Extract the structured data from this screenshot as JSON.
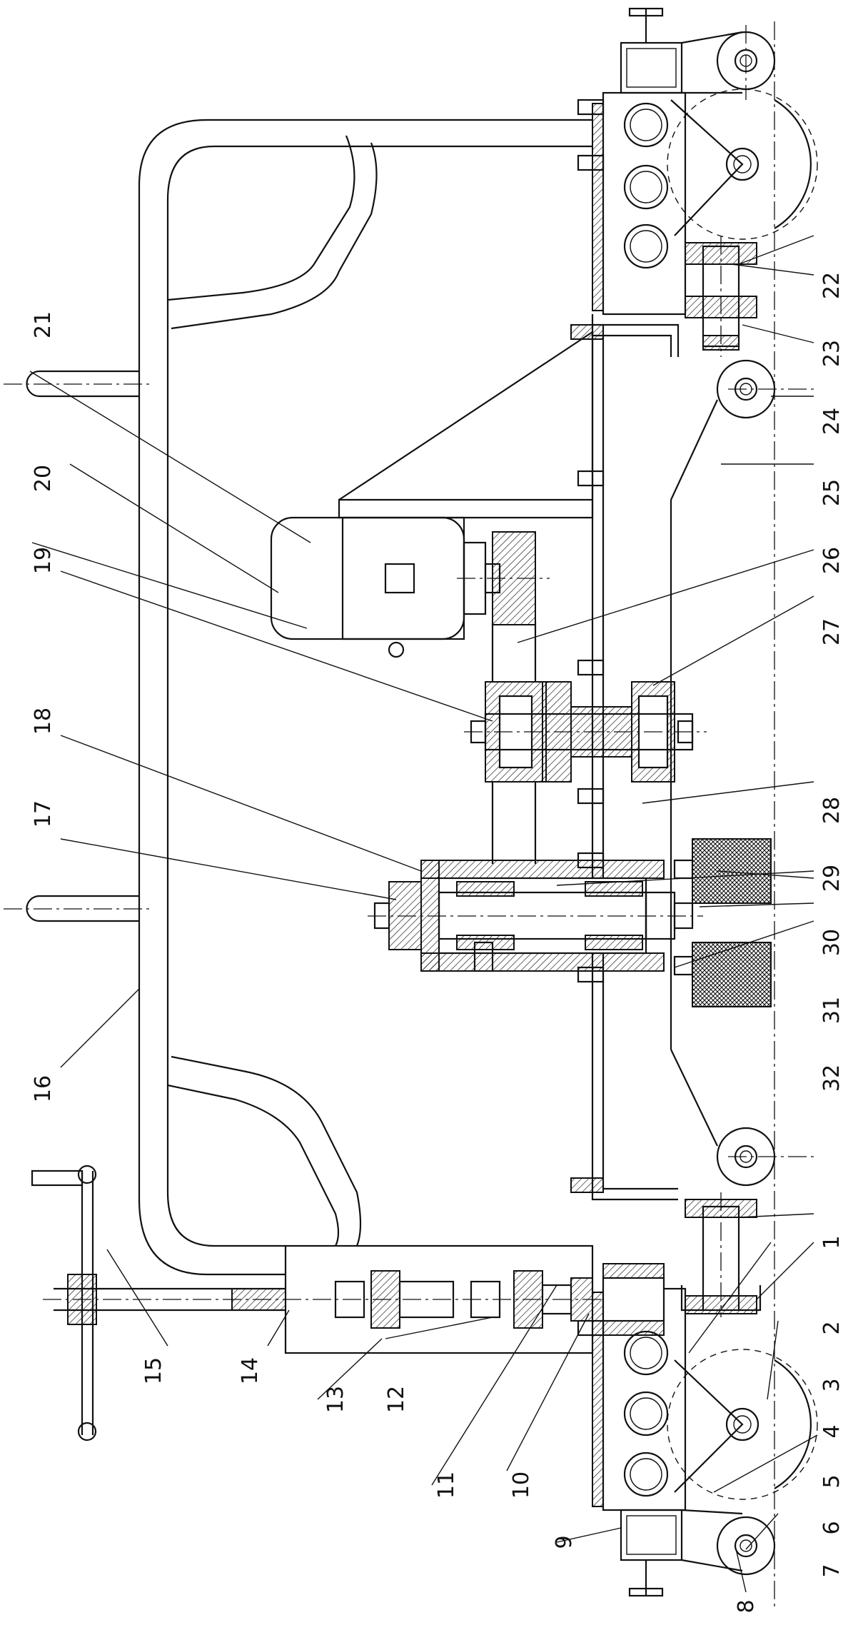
{
  "drawing": {
    "part_numbers": [
      "1",
      "2",
      "3",
      "4",
      "5",
      "6",
      "7",
      "8",
      "9",
      "10",
      "11",
      "12",
      "13",
      "14",
      "15",
      "16",
      "17",
      "18",
      "19",
      "20",
      "21",
      "22",
      "23",
      "24",
      "25",
      "26",
      "27",
      "28",
      "29",
      "30",
      "31",
      "32"
    ]
  },
  "colors": {
    "line": "#111111",
    "background": "#ffffff"
  }
}
